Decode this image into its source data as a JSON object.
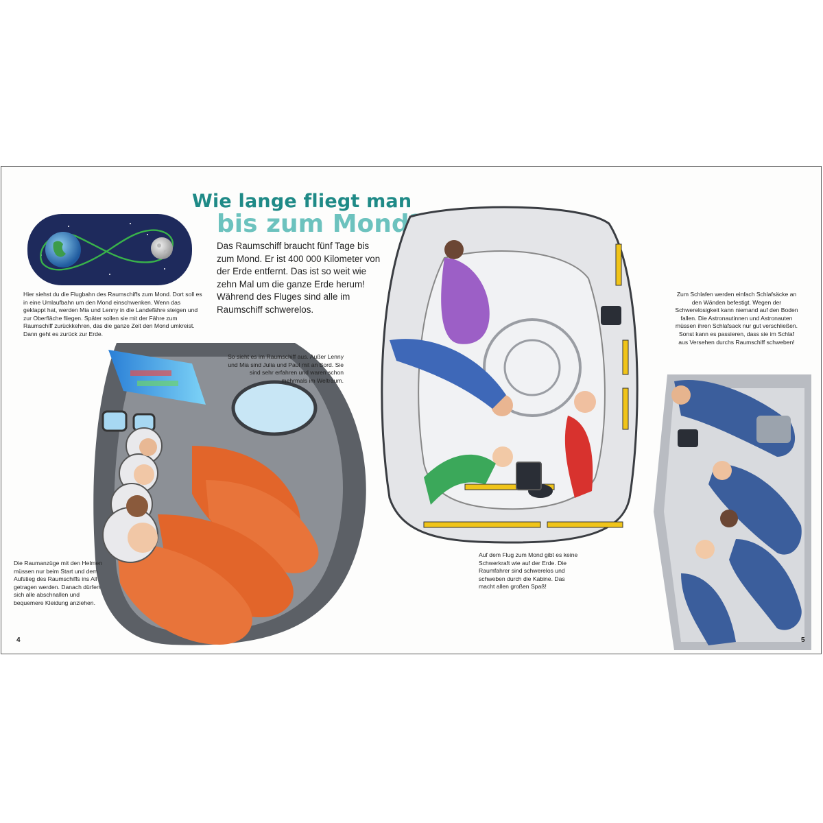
{
  "heading": {
    "line1": "Wie lange fliegt man",
    "line2": "bis zum Mond?"
  },
  "intro_text": "Das Raumschiff braucht fünf Tage bis zum Mond. Er ist 400 000 Kilometer von der Erde entfernt. Das ist so weit wie zehn Mal um die ganze Erde herum! Während des Fluges sind alle im Raumschiff schwerelos.",
  "captions": {
    "flight_path": "Hier siehst du die Flugbahn des Raumschiffs zum Mond. Dort soll es in eine Umlaufbahn um den Mond einschwenken. Wenn das geklappt hat, werden Mia und Lenny in die Landefähre steigen und zur Oberfläche fliegen. Später sollen sie mit der Fähre zum Raumschiff zurückkehren, das die ganze Zeit den Mond umkreist. Dann geht es zurück zur Erde.",
    "cockpit": "So sieht es im Raumschiff aus. Außer Lenny und Mia sind Julia und Paul mit an Bord. Sie sind sehr erfahren und waren schon mehrmals im Weltraum.",
    "suits": "Die Raumanzüge mit den Helmen müssen nur beim Start und dem Aufstieg des Raumschiffs ins All getragen werden. Danach dürfen sich alle abschnallen und bequemere Kleidung anziehen.",
    "weightless": "Auf dem Flug zum Mond gibt es keine Schwerkraft wie auf der Erde. Die Raumfahrer sind schwerelos und schweben durch die Kabine. Das macht allen großen Spaß!",
    "sleeping": "Zum Schlafen werden einfach Schlafsäcke an den Wänden befestigt. Wegen der Schwerelosigkeit kann niemand auf den Boden fallen. Die Astronautinnen und Astronauten müssen ihren Schlafsack nur gut verschließen. Sonst kann es passieren, dass sie im Schlaf aus Versehen durchs Raumschiff schweben!"
  },
  "page_numbers": {
    "left": "4",
    "right": "5"
  },
  "colors": {
    "title_dark": "#1f8a87",
    "title_light": "#6cc2be",
    "space_navy": "#1e2a5c",
    "suit_orange": "#e2652a",
    "sleeping_bag_blue": "#3b5e9c"
  }
}
